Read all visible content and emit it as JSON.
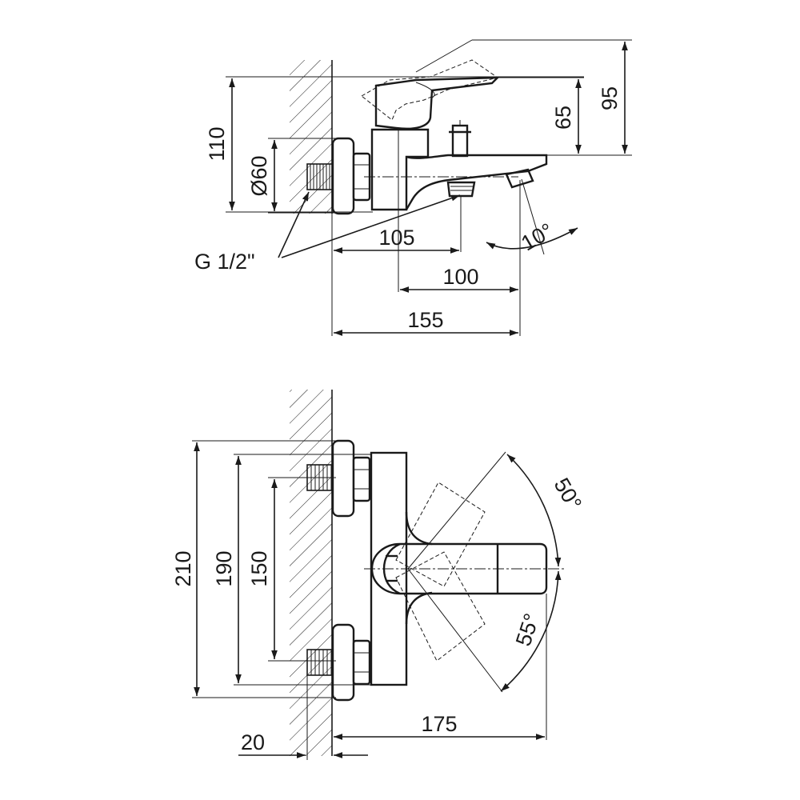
{
  "top_view": {
    "dim_110": "110",
    "dim_d60": "Ø60",
    "dim_65": "65",
    "dim_95": "95",
    "dim_105": "105",
    "dim_100": "100",
    "dim_155": "155",
    "angle_10": "10°",
    "thread_label": "G 1/2\""
  },
  "front_view": {
    "dim_210": "210",
    "dim_190": "190",
    "dim_150": "150",
    "dim_175": "175",
    "dim_20": "20",
    "angle_50": "50°",
    "angle_55": "55°"
  }
}
